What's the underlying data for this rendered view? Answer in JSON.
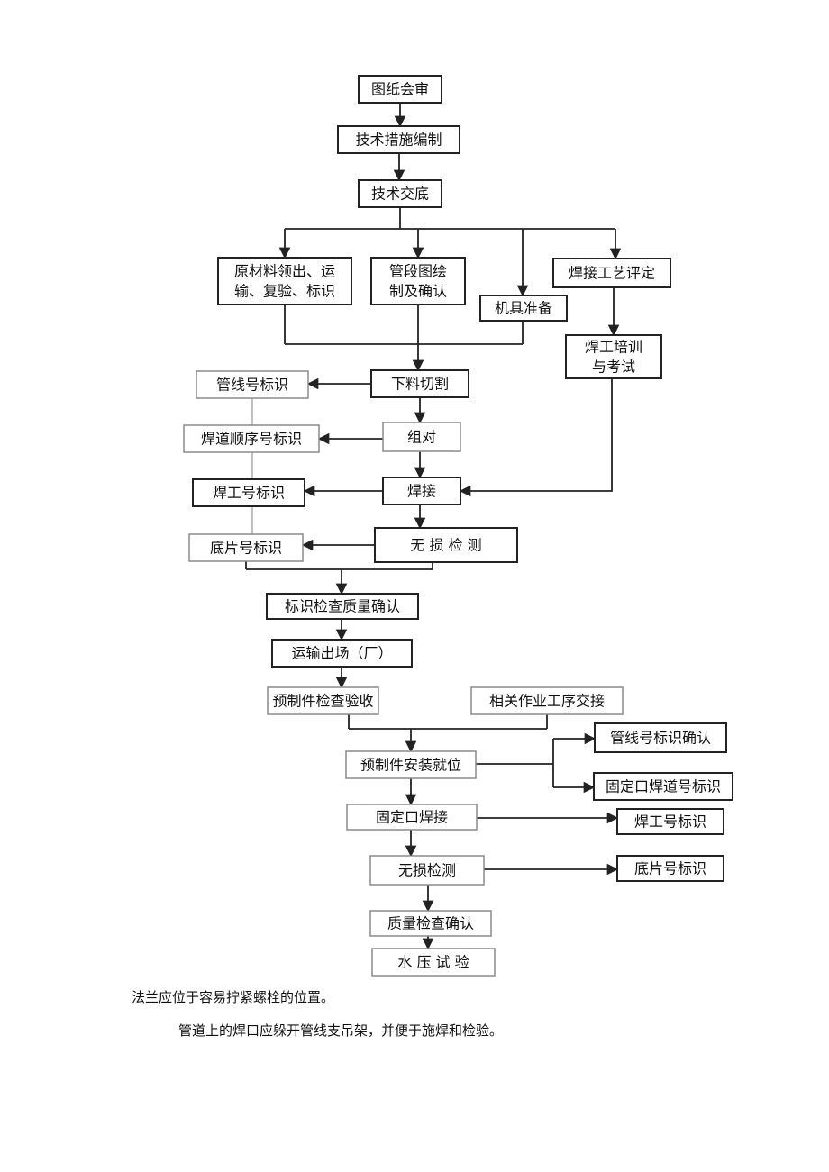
{
  "flowchart": {
    "nodes": {
      "n1": [
        "图纸会审"
      ],
      "n2": [
        "技术措施编制"
      ],
      "n3": [
        "技术交底"
      ],
      "n4": [
        "原材料领出、运",
        "输、复验、标识"
      ],
      "n5": [
        "管段图绘",
        "制及确认"
      ],
      "n6": [
        "机具准备"
      ],
      "n7": [
        "焊接工艺评定"
      ],
      "n8": [
        "焊工培训",
        "与考试"
      ],
      "n9": [
        "下料切割"
      ],
      "n10": [
        "管线号标识"
      ],
      "n11": [
        "组对"
      ],
      "n12": [
        "焊道顺序号标识"
      ],
      "n13": [
        "焊接"
      ],
      "n14": [
        "焊工号标识"
      ],
      "n15": [
        "无 损 检 测"
      ],
      "n16": [
        "底片号标识"
      ],
      "n17": [
        "标识检查质量确认"
      ],
      "n18": [
        "运输出场（厂）"
      ],
      "n19": [
        "预制件检查验收"
      ],
      "n20": [
        "相关作业工序交接"
      ],
      "n21": [
        "预制件安装就位"
      ],
      "n22": [
        "管线号标识确认"
      ],
      "n23": [
        "固定口焊道号标识"
      ],
      "n24": [
        "固定口焊接"
      ],
      "n25": [
        "焊工号标识"
      ],
      "n26": [
        "无损检测"
      ],
      "n27": [
        "底片号标识"
      ],
      "n28": [
        "质量检查确认"
      ],
      "n29": [
        "水 压 试 验"
      ]
    }
  },
  "body_text": {
    "para1": "法兰应位于容易拧紧螺栓的位置。",
    "para2": "管道上的焊口应躲开管线支吊架，并便于施焊和检验。"
  }
}
